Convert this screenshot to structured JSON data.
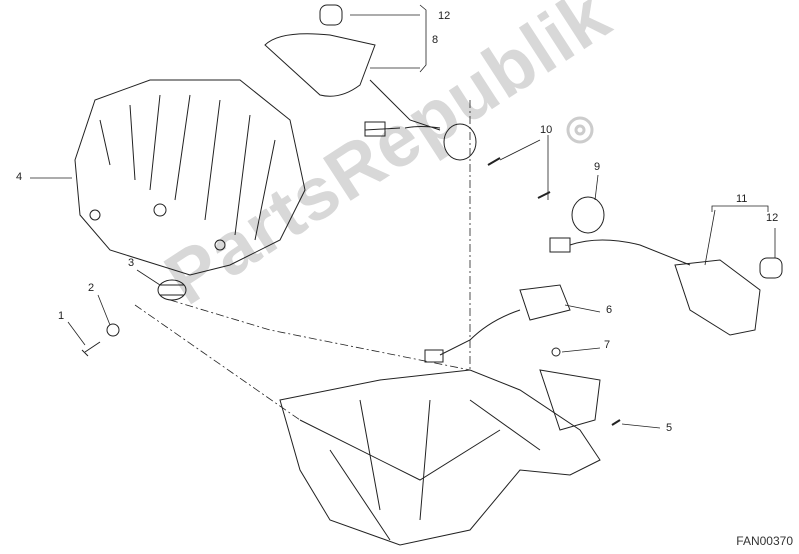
{
  "watermark": "PartsRepublik",
  "diagram_code": "FAN00370",
  "callouts": [
    {
      "id": "12a",
      "text": "12"
    },
    {
      "id": "8",
      "text": "8"
    },
    {
      "id": "4",
      "text": "4"
    },
    {
      "id": "10",
      "text": "10"
    },
    {
      "id": "9",
      "text": "9"
    },
    {
      "id": "11",
      "text": "11"
    },
    {
      "id": "12b",
      "text": "12"
    },
    {
      "id": "3",
      "text": "3"
    },
    {
      "id": "2",
      "text": "2"
    },
    {
      "id": "1",
      "text": "1"
    },
    {
      "id": "6",
      "text": "6"
    },
    {
      "id": "7",
      "text": "7"
    },
    {
      "id": "5",
      "text": "5"
    }
  ]
}
